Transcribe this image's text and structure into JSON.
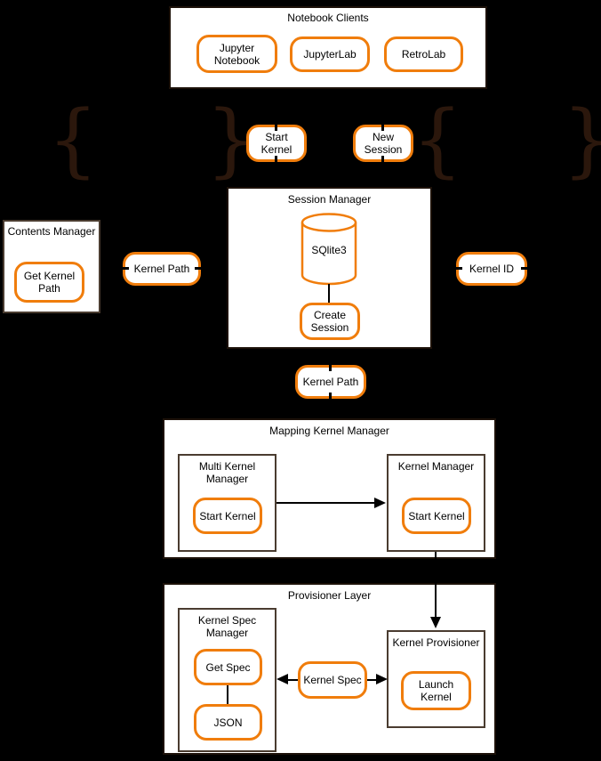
{
  "colors": {
    "background": "#000000",
    "box_fill": "#ffffff",
    "outer_border": "#1c1109",
    "inner_border": "#4a3c30",
    "accent_orange": "#f07d0c",
    "brace": "#2b170c",
    "line": "#000000"
  },
  "notebook_clients": {
    "title": "Notebook Clients",
    "clients": [
      {
        "label": "Jupyter Notebook"
      },
      {
        "label": "JupyterLab"
      },
      {
        "label": "RetroLab"
      }
    ]
  },
  "actions_row": {
    "open_brace": "{",
    "close_brace": "}",
    "start_kernel": "Start Kernel",
    "new_session": "New Session"
  },
  "contents_manager": {
    "title": "Contents Manager",
    "get_kernel_path": "Get Kernel Path"
  },
  "session_manager": {
    "title": "Session Manager",
    "database": "SQlite3",
    "create_session": "Create Session",
    "kernel_path_in": "Kernel Path",
    "kernel_id_out": "Kernel ID",
    "kernel_path_out": "Kernel Path"
  },
  "mapping_kernel_manager": {
    "title": "Mapping Kernel Manager",
    "multi_kernel_manager": {
      "title": "Multi Kernel Manager",
      "start_kernel": "Start Kernel"
    },
    "kernel_manager": {
      "title": "Kernel Manager",
      "start_kernel": "Start Kernel"
    }
  },
  "provisioner_layer": {
    "title": "Provisioner Layer",
    "kernel_spec_manager": {
      "title": "Kernel Spec Manager",
      "get_spec": "Get Spec",
      "json": "JSON"
    },
    "kernel_spec": "Kernel Spec",
    "kernel_provisioner": {
      "title": "Kernel Provisioner",
      "launch_kernel": "Launch Kernel"
    }
  }
}
